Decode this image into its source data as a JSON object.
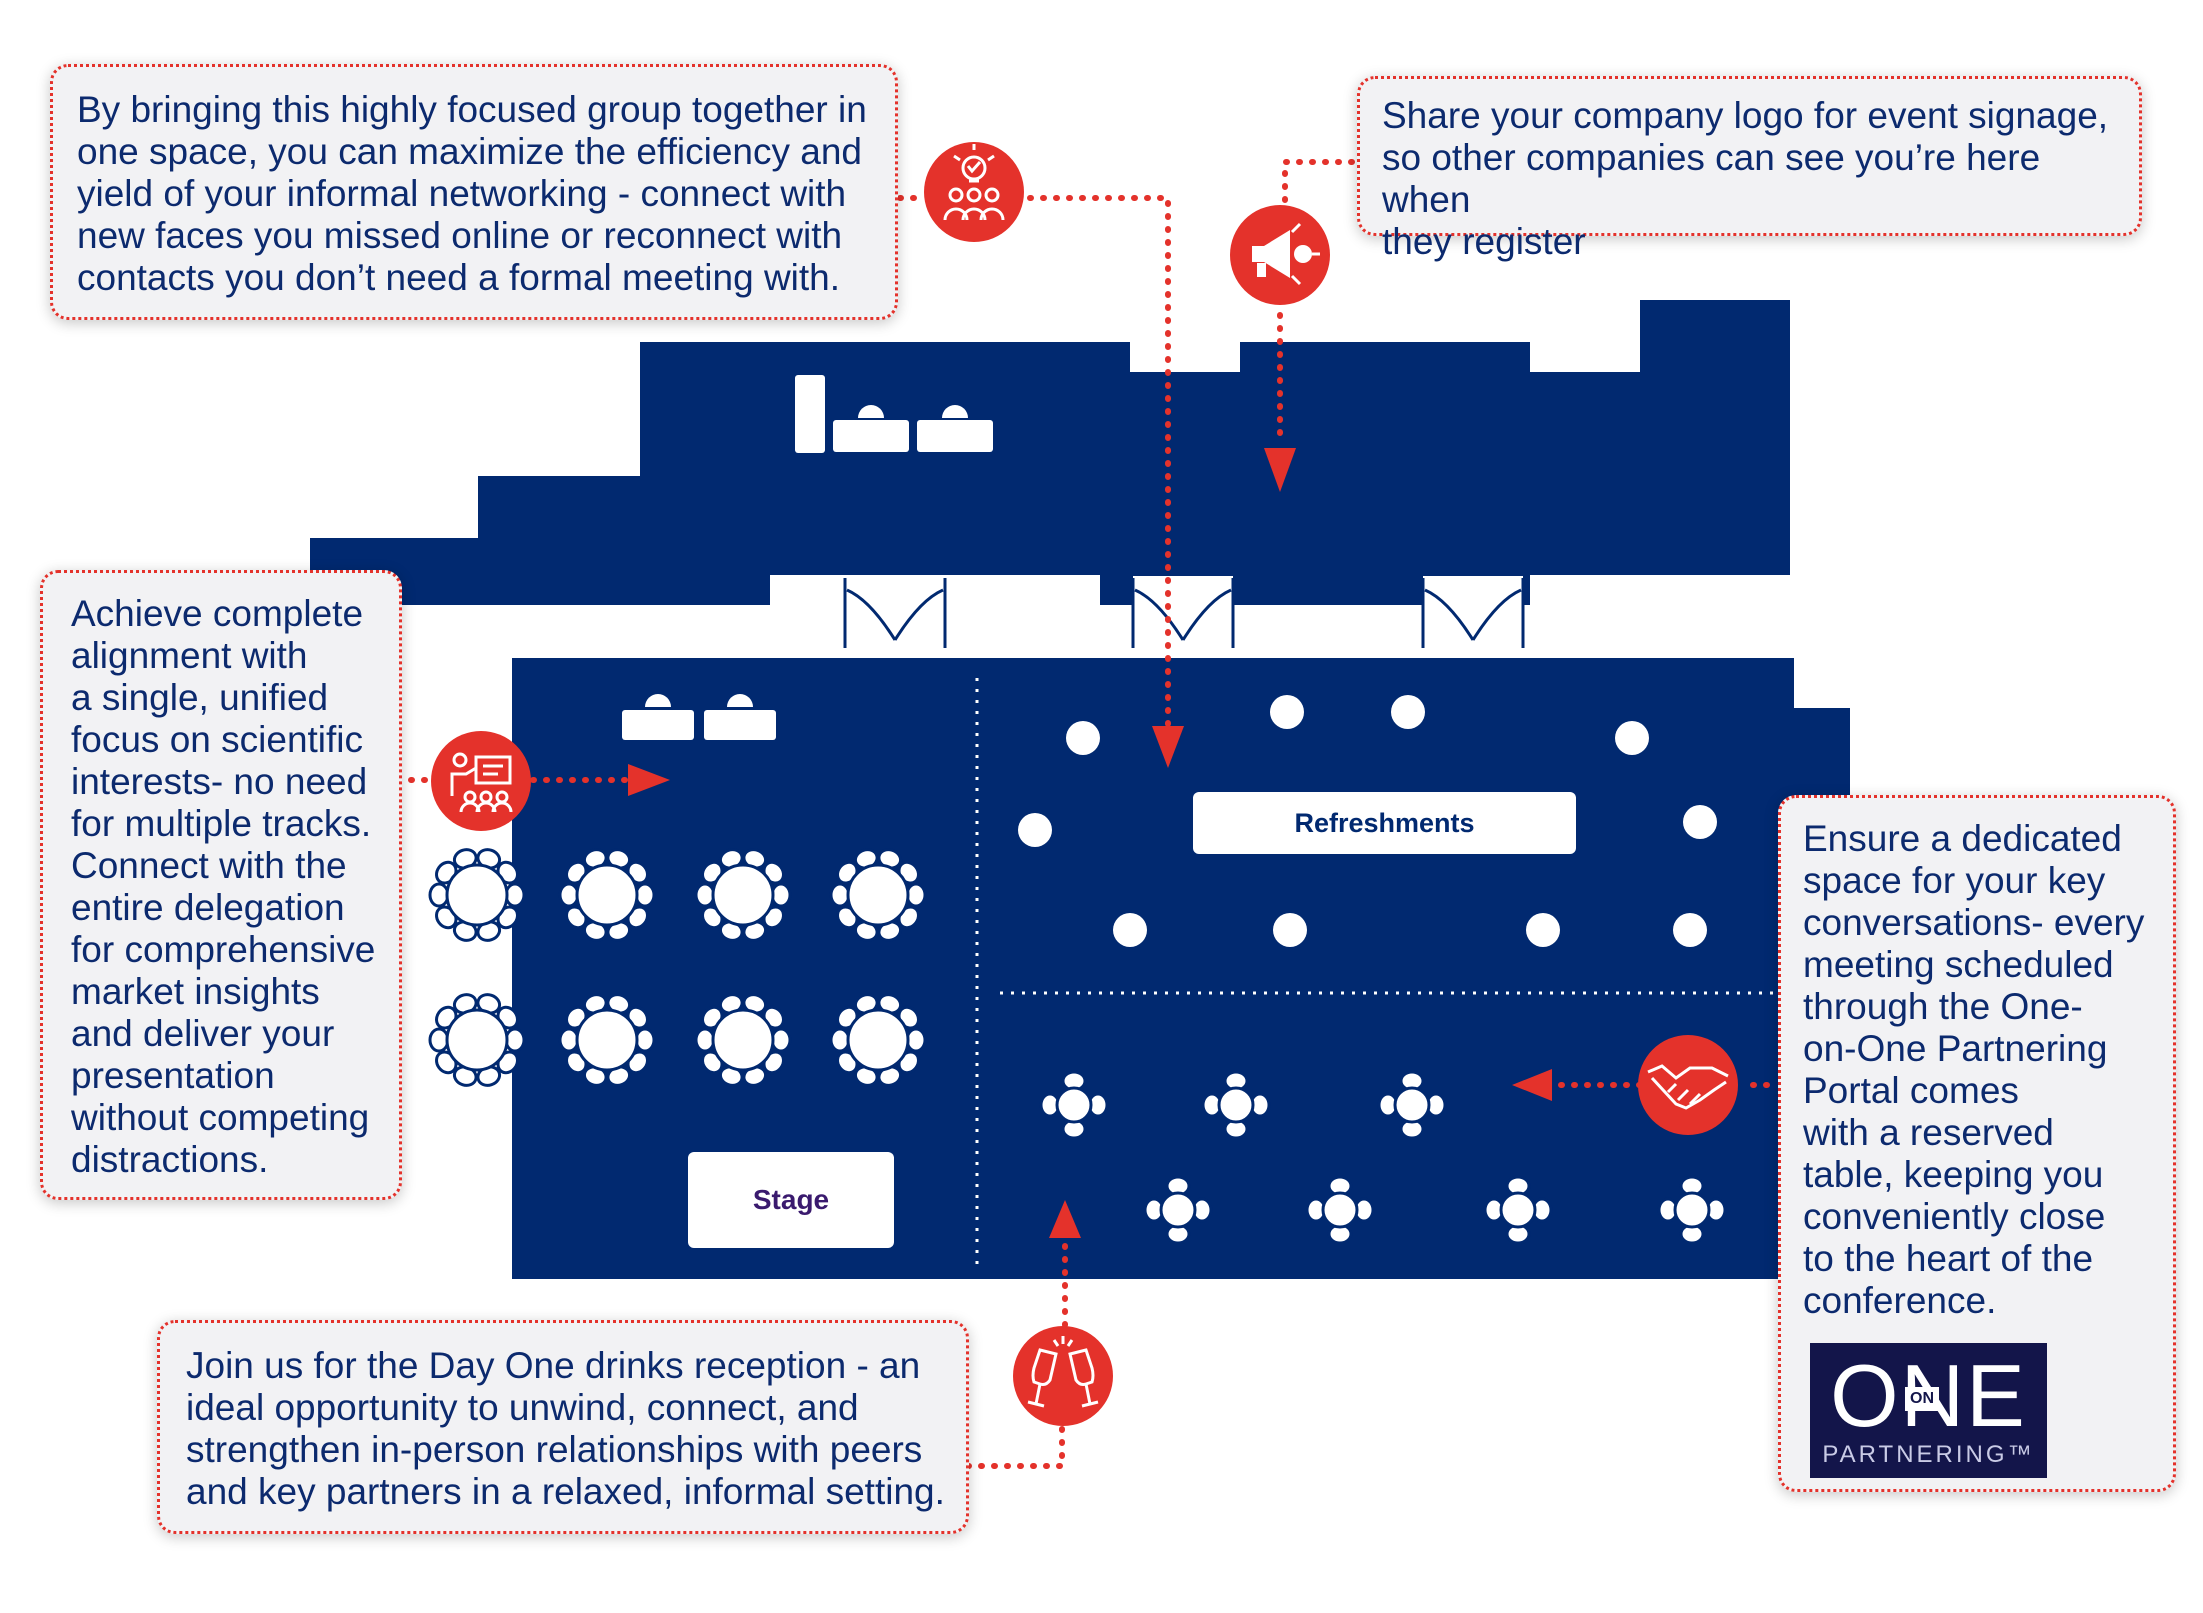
{
  "colors": {
    "navy": "#012970",
    "red": "#e4322b",
    "text": "#0c2a6e",
    "stage_text": "#3a1a6e",
    "logo_bg": "#13154a"
  },
  "callouts": {
    "networking": "By bringing this highly focused group together in\none space, you can maximize the efficiency  and\nyield of your informal networking - connect with\nnew faces you missed online or reconnect with\ncontacts you don’t need a formal meeting with.",
    "logo": "Share your company logo for event signage,\nso other companies can see you’re here when\nthey register",
    "alignment": "Achieve complete\nalignment with\na single, unified\nfocus on scientific\ninterests- no need\nfor multiple tracks.\nConnect with the\nentire delegation\nfor comprehensive\nmarket insights\nand deliver your\npresentation\nwithout competing\ndistractions.",
    "meetings": "Ensure a dedicated\nspace for your key\nconversations- every\nmeeting scheduled\nthrough the One-\non-One Partnering\nPortal comes\nwith a reserved\ntable, keeping you\nconveniently close\nto the heart of the\nconference.",
    "reception": "Join us for the Day One drinks reception - an\nideal opportunity to unwind, connect, and\nstrengthen in-person relationships with peers\nand key partners in a relaxed, informal setting."
  },
  "floorplan": {
    "refreshments_label": "Refreshments",
    "stage_label": "Stage"
  },
  "icons": {
    "networking": "people-idea-icon",
    "signage": "megaphone-icon",
    "presentation": "presenter-icon",
    "meeting": "handshake-icon",
    "reception": "champagne-glasses-icon"
  },
  "logo": {
    "main": "ONE",
    "on": "ON",
    "sub": "PARTNERING™"
  }
}
